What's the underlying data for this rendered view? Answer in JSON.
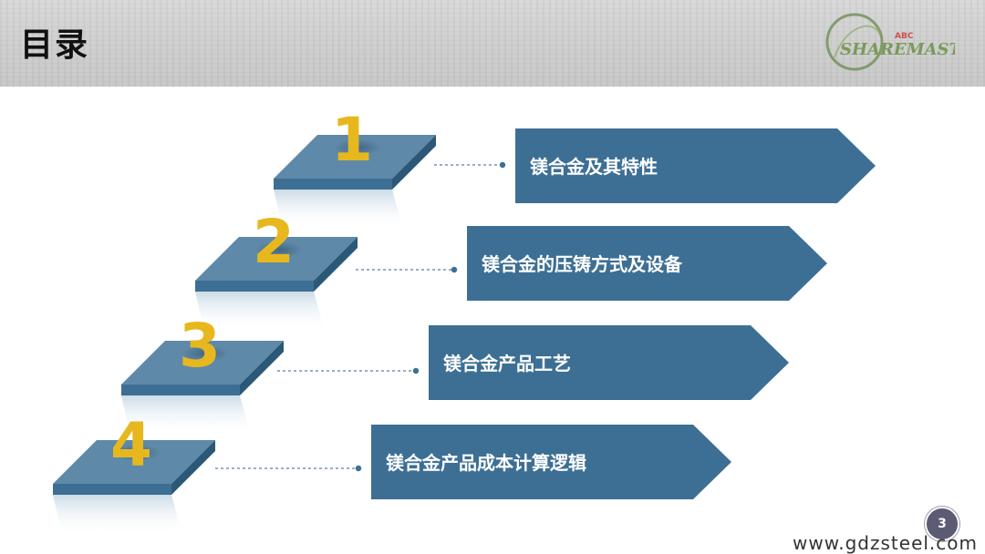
{
  "header": {
    "title": "目录",
    "logo_text": "SHAREMASTER",
    "logo_small": "ABC"
  },
  "toc": {
    "items": [
      {
        "number": "1",
        "label": "镁合金及其特性"
      },
      {
        "number": "2",
        "label": "镁合金的压铸方式及设备"
      },
      {
        "number": "3",
        "label": "镁合金产品工艺"
      },
      {
        "number": "4",
        "label": "镁合金产品成本计算逻辑"
      }
    ]
  },
  "footer": {
    "page_number": "3",
    "website": "www.gdzsteel.com"
  },
  "colors": {
    "step_top": "#5f89a8",
    "step_front": "#3d6f94",
    "step_side": "#2c5878",
    "arrow": "#3d6f94",
    "number": "#e7b81e",
    "dotted_line": "#5a7f9e"
  }
}
